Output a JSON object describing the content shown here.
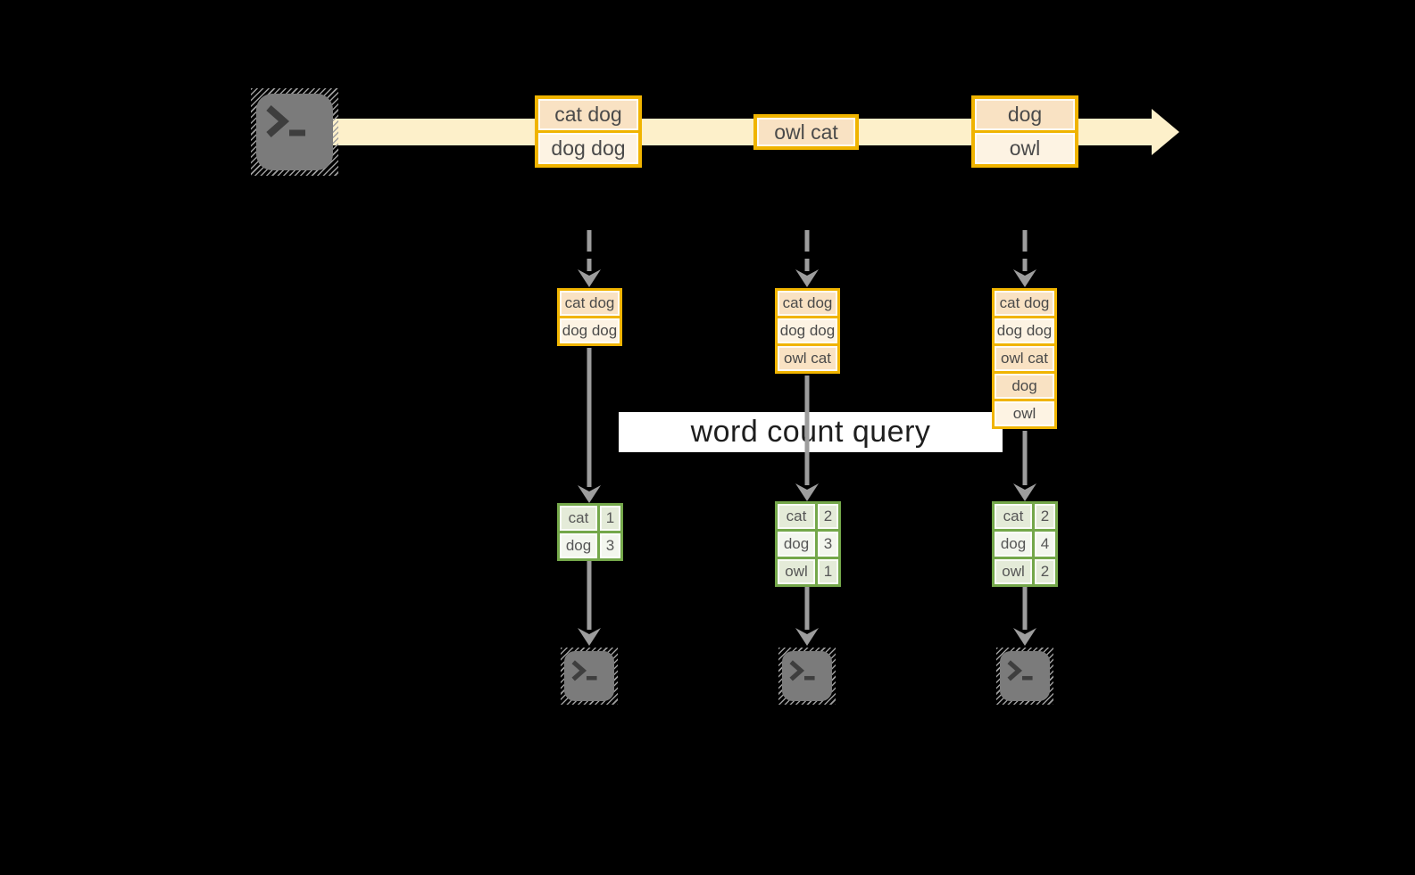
{
  "diagram": {
    "query_label": "word count query",
    "stream": {
      "events": [
        {
          "cells": [
            "cat dog",
            "dog dog"
          ]
        },
        {
          "cells": [
            "owl cat"
          ]
        },
        {
          "cells": [
            "dog",
            "owl"
          ]
        }
      ]
    },
    "columns": [
      {
        "state_cells": [
          "cat dog",
          "dog dog"
        ],
        "results": [
          {
            "word": "cat",
            "count": "1"
          },
          {
            "word": "dog",
            "count": "3"
          }
        ]
      },
      {
        "state_cells": [
          "cat dog",
          "dog dog",
          "owl cat"
        ],
        "results": [
          {
            "word": "cat",
            "count": "2"
          },
          {
            "word": "dog",
            "count": "3"
          },
          {
            "word": "owl",
            "count": "1"
          }
        ]
      },
      {
        "state_cells": [
          "cat dog",
          "dog dog",
          "owl cat",
          "dog",
          "owl"
        ],
        "results": [
          {
            "word": "cat",
            "count": "2"
          },
          {
            "word": "dog",
            "count": "4"
          },
          {
            "word": "owl",
            "count": "2"
          }
        ]
      }
    ],
    "icons": {
      "source": "terminal-icon",
      "sinks": [
        "terminal-icon",
        "terminal-icon",
        "terminal-icon"
      ],
      "stream_arrow": "right-arrow",
      "flow_arrows": "down-arrow"
    },
    "colors": {
      "accent_gold": "#f0b400",
      "cell_peach": "#f9e2c3",
      "cell_cream": "#fdf3e3",
      "stream_band": "#fdf0ca",
      "green_border": "#74a74a",
      "green_cell_dark": "#e4ebd8",
      "green_cell_light": "#f3f6ee",
      "arrow_gray": "#9d9d9d",
      "terminal_gray": "#7b7b7b"
    }
  }
}
